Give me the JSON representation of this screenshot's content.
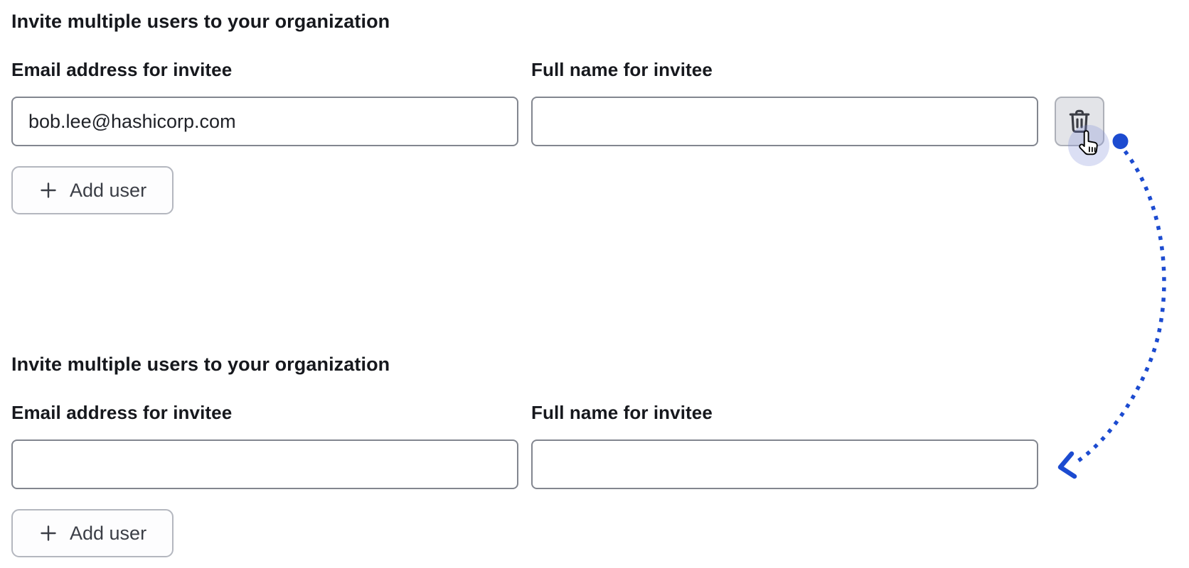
{
  "sections": [
    {
      "heading": "Invite multiple users to your organization",
      "fields": [
        {
          "label": "Email address for invitee",
          "value": "bob.lee@hashicorp.com"
        },
        {
          "label": "Full name for invitee",
          "value": ""
        }
      ],
      "add_user_label": "Add user",
      "delete_icon": "trash-icon",
      "add_icon": "plus-icon"
    },
    {
      "heading": "Invite multiple users to your organization",
      "fields": [
        {
          "label": "Email address for invitee",
          "value": ""
        },
        {
          "label": "Full name for invitee",
          "value": ""
        }
      ],
      "add_user_label": "Add user",
      "add_icon": "plus-icon"
    }
  ],
  "annotation": {
    "cursor_icon": "pointer-hand-cursor",
    "arrow_icon": "dotted-curved-arrow",
    "arrow_color": "#1c4bd0",
    "halo_color": "#7b87d6"
  },
  "colors": {
    "text": "#16181d",
    "input_border": "#82868f",
    "button_border": "#b4b7bf",
    "trash_button_bg": "#e3e4e8"
  }
}
